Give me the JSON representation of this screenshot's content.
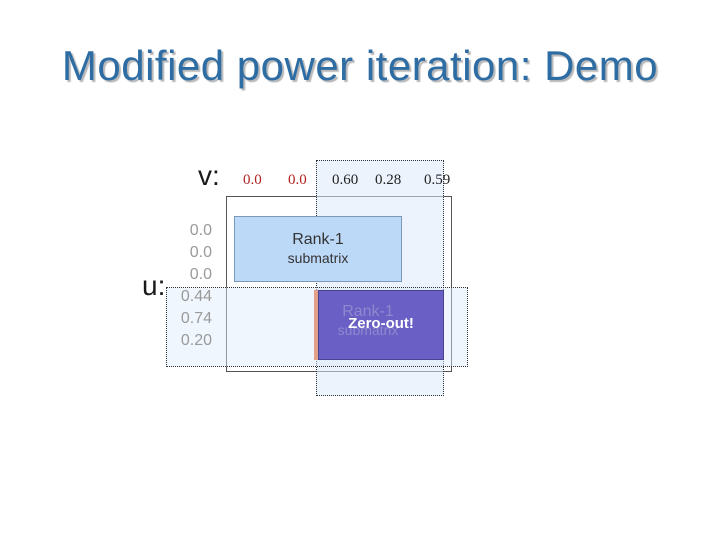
{
  "title": "Modified power iteration: Demo",
  "v_label": "v:",
  "u_label": "u:",
  "v_values": [
    "0.0",
    "0.0",
    "0.60",
    "0.28",
    "0.59"
  ],
  "u_values": [
    "0.0",
    "0.0",
    "0.0",
    "0.44",
    "0.74",
    "0.20"
  ],
  "rank1_top": {
    "line1": "Rank-1",
    "line2": "submatrix"
  },
  "rank1_bottom": {
    "line1": "Rank-1",
    "line2": "submatrix"
  },
  "zero_out": "Zero-out!",
  "colors": {
    "title": "#2E6DA4",
    "zero_value": "#B22222",
    "rank1_fill": "#BDD9F8",
    "zero_out_fill": "#6A5FC4",
    "highlight_fill": "#EAF3FD"
  }
}
